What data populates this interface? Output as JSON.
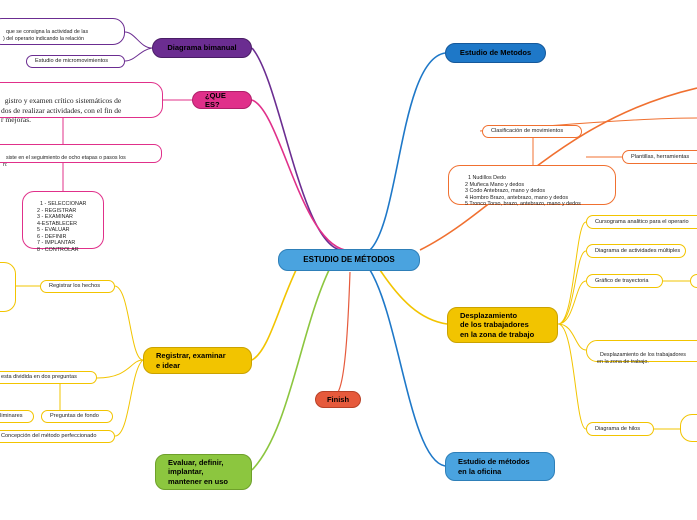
{
  "center": {
    "label": "ESTUDIO DE MÉTODOS"
  },
  "colors": {
    "center": "#4aa3df",
    "purple": "#6b2d91",
    "magenta": "#e0308a",
    "yellow": "#f2c400",
    "green": "#8cc63f",
    "orange": "#f07030",
    "blue": "#1e78c8",
    "red": "#e65a3c"
  },
  "left": {
    "diagrama_bimanual": {
      "label": "Diagrama bimanual",
      "children": [
        "que se consigna la actividad de las\n) del operario indicando la relación",
        "Estudio de micromovimientos"
      ]
    },
    "que_es": {
      "label": "¿QUE ES?",
      "definition": "gistro y examen crítico sistemáticos de\ndos de realizar actividades, con el fin de\nr mejoras.",
      "steps_intro": "siste en el seguimiento de ocho etapas o pasos los\nn:",
      "steps": "1 - SELECCIONAR\n2 - REGISTRAR\n3 - EXAMINAR\n4-ESTABLECER\n5 - EVALUAR\n6 - DEFINIR\n7 - IMPLANTAR\n8 - CONTROLAR"
    },
    "registrar": {
      "label": "Registrar, examinar\ne idear",
      "children": [
        "Registrar los hechos",
        "esta dividida en dos preguntas",
        "eliminares",
        "Preguntas de fondo",
        "Concepción del método perfeccionado"
      ]
    },
    "finish": {
      "label": "Finish"
    },
    "evaluar": {
      "label": "Evaluar, definir,\nimplantar,\nmantener en uso"
    }
  },
  "right": {
    "estudio_metodos": {
      "label": "Estudio de Metodos"
    },
    "clasificacion": {
      "label": "Clasificación de movimientos",
      "list": "1 Nudillos Dedo\n2 Muñeca Mano y dedos\n3 Codo Antebrazo, mano y dedos\n4 Hombro Brazo, antebrazo, mano y dedos\n5 Tronco Torso, brazo, antebrazo, mano y dedos",
      "plantillas": "Plantillas, herramientas"
    },
    "desplazamiento": {
      "label": "Desplazamiento\nde los trabajadores\nen la zona de trabajo",
      "children": [
        "Cursograma analitico para el operario",
        "Diagrama de actividades múltiples",
        "Gráfico de trayectoria",
        "Desplazamiento de los trabajadores\nen la zona de trabajo.",
        "Diagrama de hilos"
      ]
    },
    "oficina": {
      "label": "Estudio de métodos\nen la oficina"
    }
  }
}
